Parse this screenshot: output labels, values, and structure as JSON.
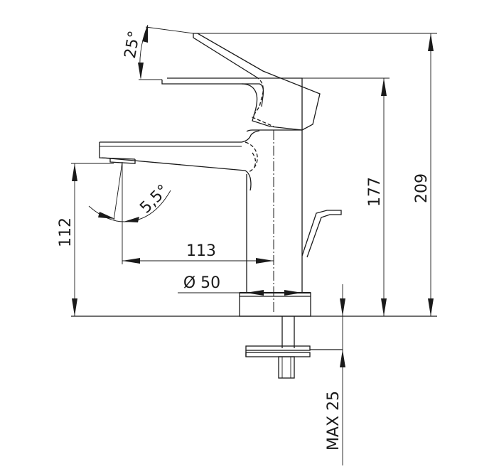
{
  "diagram": {
    "dimensions": {
      "total_height": "209",
      "body_height": "177",
      "spout_height": "112",
      "spout_reach": "113",
      "base_diameter": "Ø 50",
      "spout_angle": "5,5°",
      "lever_angle": "25°",
      "max_deck_thickness": "MAX 25"
    }
  }
}
